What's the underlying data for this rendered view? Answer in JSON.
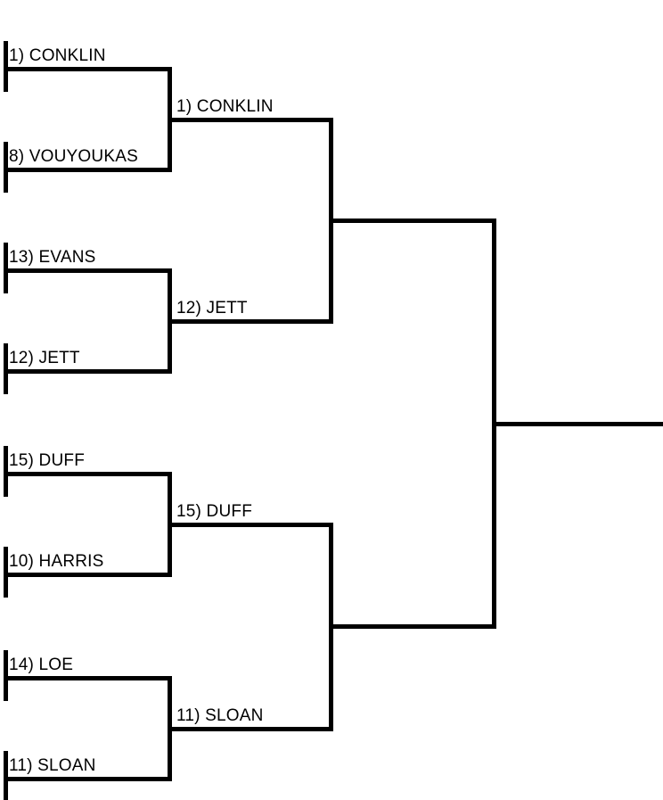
{
  "colors": {
    "line": "#000000",
    "text": "#000000",
    "background": "#ffffff"
  },
  "bracket": {
    "type": "single-elimination",
    "round1": [
      {
        "seed": "1",
        "name": "CONKLIN",
        "label": "1) CONKLIN"
      },
      {
        "seed": "8",
        "name": "VOUYOUKAS",
        "label": "8) VOUYOUKAS"
      },
      {
        "seed": "13",
        "name": "EVANS",
        "label": "13) EVANS"
      },
      {
        "seed": "12",
        "name": "JETT",
        "label": "12) JETT"
      },
      {
        "seed": "15",
        "name": "DUFF",
        "label": "15) DUFF"
      },
      {
        "seed": "10",
        "name": "HARRIS",
        "label": "10) HARRIS"
      },
      {
        "seed": "14",
        "name": "LOE",
        "label": "14) LOE"
      },
      {
        "seed": "11",
        "name": "SLOAN",
        "label": "11) SLOAN"
      }
    ],
    "round2": [
      {
        "seed": "1",
        "name": "CONKLIN",
        "label": "1) CONKLIN"
      },
      {
        "seed": "12",
        "name": "JETT",
        "label": "12) JETT"
      },
      {
        "seed": "15",
        "name": "DUFF",
        "label": "15) DUFF"
      },
      {
        "seed": "11",
        "name": "SLOAN",
        "label": "11) SLOAN"
      }
    ]
  }
}
